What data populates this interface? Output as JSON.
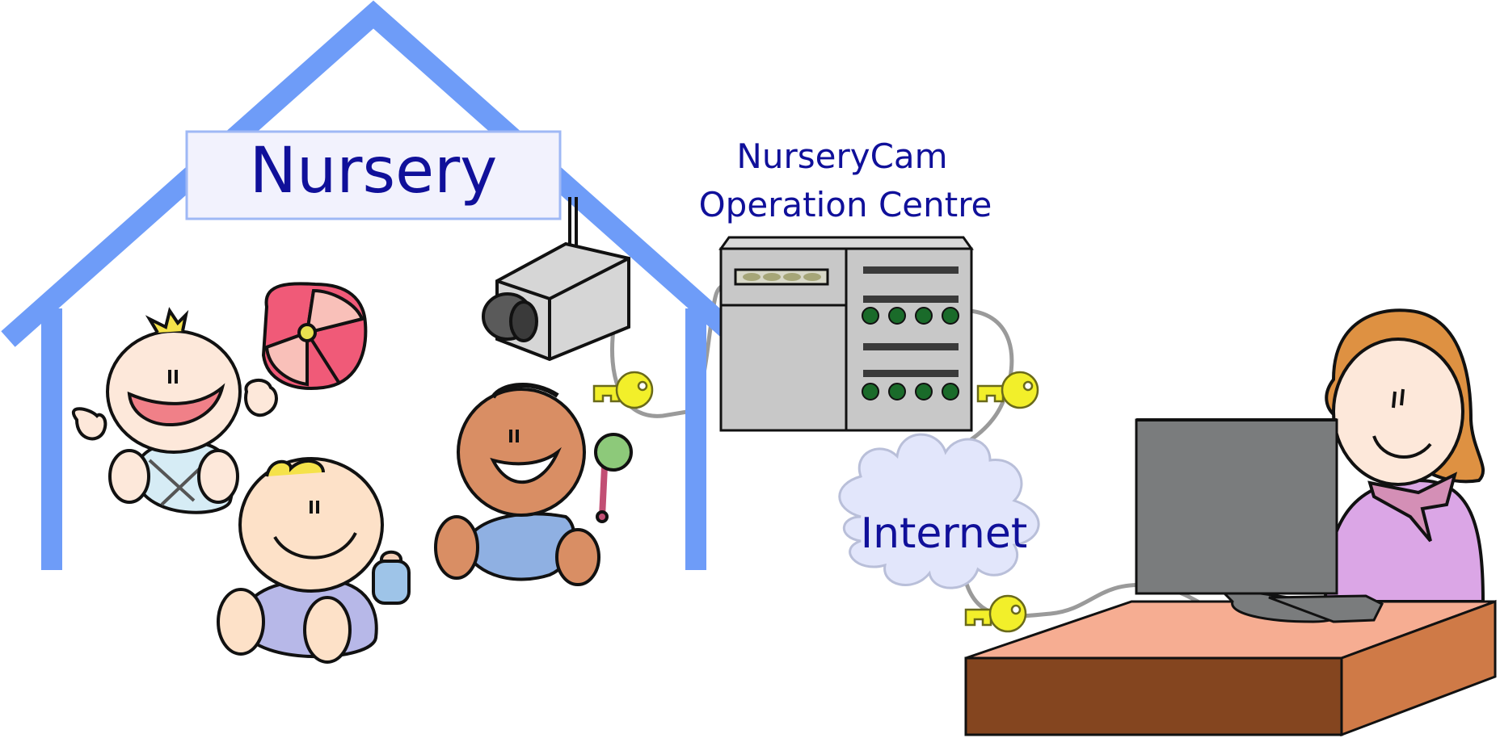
{
  "labels": {
    "nursery": "Nursery",
    "operation_centre_line1": "NurseryCam",
    "operation_centre_line2": "Operation Centre",
    "internet": "Internet"
  },
  "colors": {
    "house": "#6e9cf8",
    "label_text": "#10109a",
    "sign_fill": "#f2f2fd",
    "sign_border": "#9fb8f5",
    "cloud": "#e2e6fb",
    "key": "#f2ef2a",
    "server": "#c8c8c8",
    "led": "#1a6b2a",
    "desk_top": "#f6ad92",
    "desk_front": "#84451f",
    "desk_side": "#cf7a47",
    "monitor": "#7a7c7d",
    "woman_shirt": "#dba6e6",
    "woman_hair": "#de9142",
    "skin": "#fde8da"
  },
  "icons": [
    "house-icon",
    "camera-icon",
    "server-icon",
    "cloud-icon",
    "key-icon",
    "computer-icon",
    "desk-icon",
    "woman-icon",
    "baby-icon",
    "ball-icon",
    "rattle-icon",
    "bottle-icon"
  ]
}
